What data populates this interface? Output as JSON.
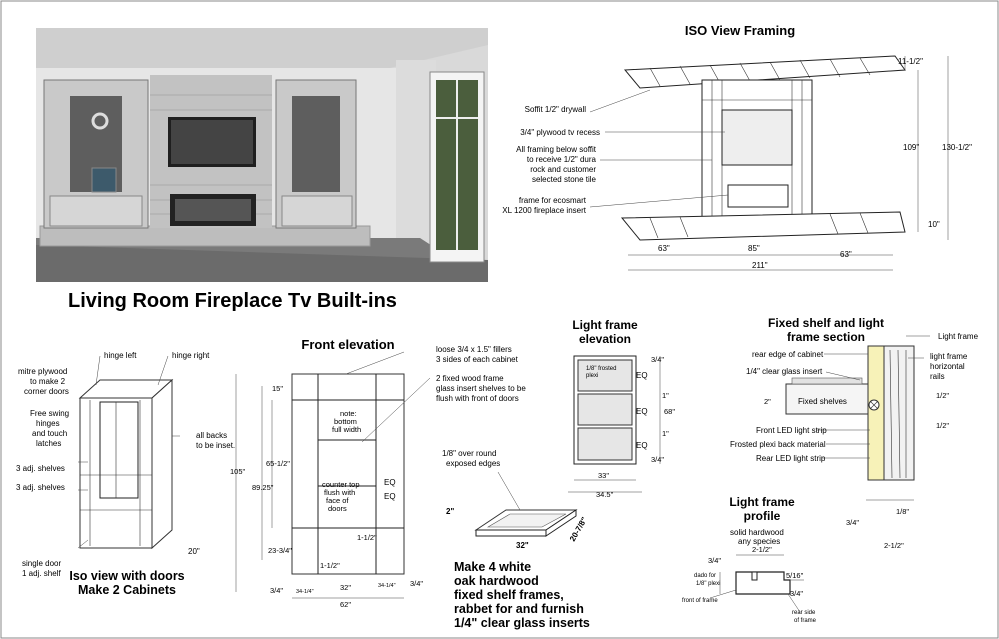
{
  "title": "Living Room Fireplace Tv Built-ins",
  "iso_framing": {
    "title": "ISO View Framing",
    "labels": [
      "Soffit 1/2\" drywall",
      "3/4\" plywood tv recess",
      "All framing below soffit",
      "to receive 1/2\" dura",
      "rock and customer",
      "selected stone tile",
      "frame for ecosmart",
      "XL 1200 fireplace insert"
    ],
    "dims": [
      "11-1/2\"",
      "109\"",
      "130-1/2\"",
      "10\"",
      "63\"",
      "85\"",
      "63\"",
      "211\""
    ]
  },
  "iso_doors": {
    "title_lines": [
      "Iso view with doors",
      "Make 2 Cabinets"
    ],
    "labels": [
      "hinge left",
      "hinge right",
      "mitre plywood",
      "to make  2",
      "corner doors",
      "Free swing",
      "hinges",
      "and touch",
      "latches",
      "3 adj. shelves",
      "3 adj. shelves",
      "all backs",
      "to be inset.",
      "single door",
      "1 adj. shelf"
    ],
    "dims": [
      "20\""
    ]
  },
  "front_elevation": {
    "title": "Front elevation",
    "labels": [
      "loose 3/4 x 1.5\" fillers",
      "3 sides of each cabinet",
      "2 fixed wood frame",
      "glass insert shelves to be",
      "flush with front of doors",
      "note:",
      "bottom",
      "full width",
      "counter top",
      "flush with",
      "face of",
      "doors",
      "EQ",
      "EQ"
    ],
    "dims": [
      "15\"",
      "105\"",
      "65-1/2\"",
      "89.25\"",
      "23-3/4\"",
      "1-1/2\"",
      "1-1/2\"",
      "3/4\"",
      "32\"",
      "3/4\"",
      "62\"",
      "34-1/4\"",
      "34-1/4\""
    ]
  },
  "light_frame_elev": {
    "title_lines": [
      "Light frame",
      "elevation"
    ],
    "labels": [
      "1/8\" frosted",
      "plexi",
      "EQ",
      "EQ",
      "EQ"
    ],
    "dims": [
      "3/4\"",
      "1\"",
      "68\"",
      "1\"",
      "3/4\"",
      "33\"",
      "34.5\""
    ]
  },
  "shelf_frame": {
    "labels": [
      "1/8\" over round",
      "exposed edges"
    ],
    "dims": [
      "2\"",
      "32\"",
      "20-7/8\""
    ]
  },
  "make_note": [
    "Make 4 white",
    "oak hardwood",
    "fixed shelf frames,",
    "rabbet for and furnish",
    "1/4\" clear glass inserts"
  ],
  "fixed_shelf": {
    "title_lines": [
      "Fixed shelf and light",
      "frame section"
    ],
    "labels": [
      "Light frame",
      "rear edge of cabinet",
      "light frame",
      "horizontal",
      "rails",
      "1/4\" clear glass insert",
      "Fixed shelves",
      "Front LED light strip",
      "Frosted plexi back material",
      "Rear LED light strip"
    ],
    "dims": [
      "2\"",
      "1/2\"",
      "1/2\"",
      "3/4\"",
      "1/8\"",
      "2-1/2\""
    ]
  },
  "profile": {
    "title_lines": [
      "Light frame",
      "profile"
    ],
    "labels": [
      "solid hardwood",
      "any species",
      "dado for",
      "1/8\" plexi",
      "front of frame",
      "rear side",
      "of frame"
    ],
    "dims": [
      "2-1/2\"",
      "3/4\"",
      "5/16\"",
      "3/4\""
    ]
  }
}
